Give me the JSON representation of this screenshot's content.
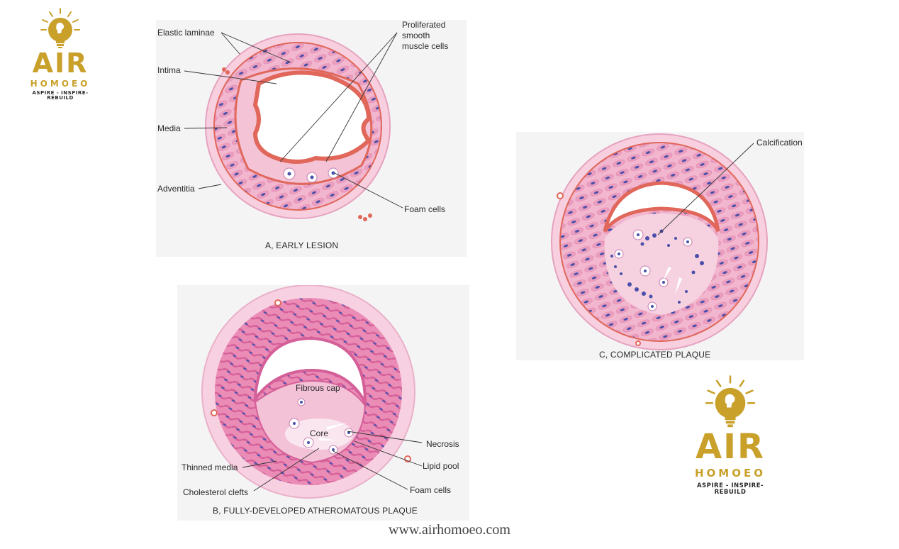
{
  "logo": {
    "brand": "AIR",
    "name": "HOMOEO",
    "tagline": "ASPIRE - INSPIRE- REBUILD",
    "gold_color": "#c8a02a",
    "icon": "lightbulb-head-icon"
  },
  "panel_a": {
    "caption": "A, EARLY LESION",
    "labels": {
      "elastic_laminae": "Elastic laminae",
      "intima": "Intima",
      "media": "Media",
      "adventitia": "Adventitia",
      "proliferated_smooth_muscle_line1": "Proliferated",
      "proliferated_smooth_muscle_line2": "smooth",
      "proliferated_smooth_muscle_line3": "muscle cells",
      "foam_cells": "Foam cells"
    }
  },
  "panel_b": {
    "caption": "B, FULLY-DEVELOPED ATHEROMATOUS PLAQUE",
    "labels": {
      "fibrous_cap": "Fibrous cap",
      "core": "Core",
      "necrosis": "Necrosis",
      "lipid_pool": "Lipid pool",
      "thinned_media": "Thinned media",
      "cholesterol_clefts": "Cholesterol clefts",
      "foam_cells": "Foam cells"
    }
  },
  "panel_c": {
    "caption": "C, COMPLICATED PLAQUE",
    "labels": {
      "calcification": "Calcification"
    }
  },
  "colors": {
    "wall_pink": "#f2b6cf",
    "wall_deep": "#e889b0",
    "lamina_red": "#e0675a",
    "nucleus": "#4a4fa8",
    "panel_bg": "#f4f4f4"
  },
  "footer": {
    "url": "www.airhomoeo.com"
  }
}
